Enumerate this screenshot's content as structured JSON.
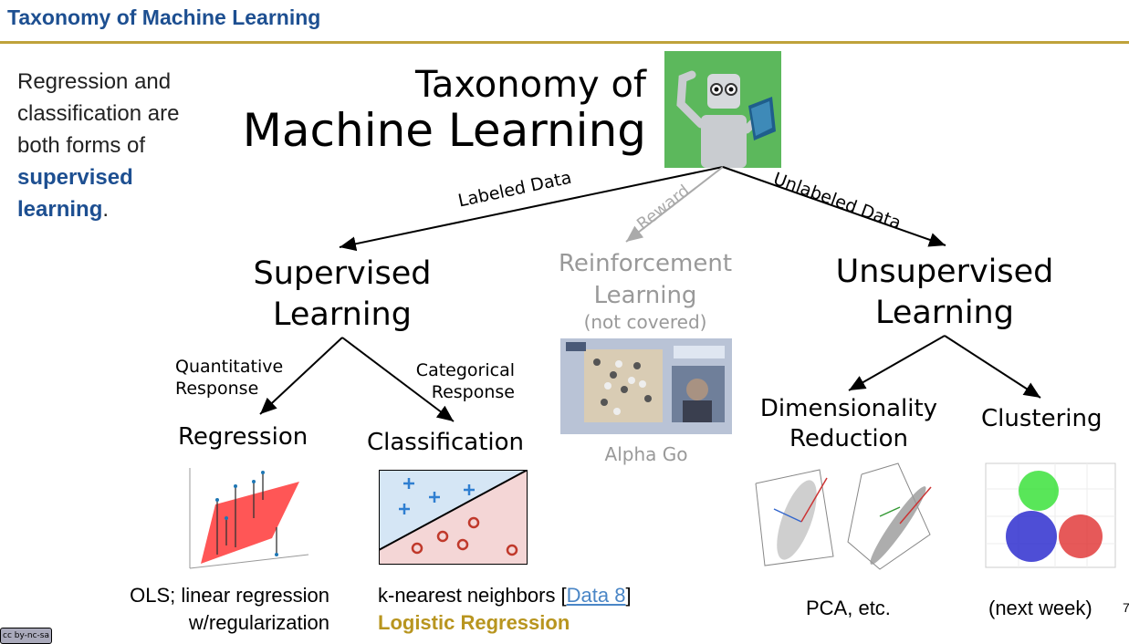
{
  "header": {
    "title": "Taxonomy of Machine Learning"
  },
  "side_note": {
    "text_before": "Regression and classification are both forms of ",
    "highlight": "supervised learning",
    "text_after": "."
  },
  "main_title": {
    "line1": "Taxonomy of",
    "line2": "Machine Learning"
  },
  "edges": {
    "labeled": "Labeled Data",
    "reward": "Reward",
    "unlabeled": "Unlabeled Data",
    "quantitative_1": "Quantitative",
    "quantitative_2": "Response",
    "categorical_1": "Categorical",
    "categorical_2": "Response"
  },
  "nodes": {
    "supervised_1": "Supervised",
    "supervised_2": "Learning",
    "reinforcement_1": "Reinforcement",
    "reinforcement_2": "Learning",
    "reinforcement_3": "(not covered)",
    "unsupervised_1": "Unsupervised",
    "unsupervised_2": "Learning",
    "regression": "Regression",
    "classification": "Classification",
    "dimred_1": "Dimensionality",
    "dimred_2": "Reduction",
    "clustering": "Clustering",
    "alphago": "Alpha Go"
  },
  "captions": {
    "regression_1": "OLS; linear regression",
    "regression_2": "w/regularization",
    "knn": "k-nearest neighbors [",
    "knn_link": "Data 8",
    "knn_end": "]",
    "logistic": "Logistic Regression",
    "pca": "PCA, etc.",
    "next_week": "(next week)"
  },
  "license_badge": "cc by-nc-sa",
  "page_number": "7",
  "colors": {
    "title_blue": "#1d4f91",
    "rule_gold": "#bfa23a",
    "link_blue": "#4a86c6",
    "logistic_gold": "#b8951f",
    "robot_bg": "#5cb85c",
    "class_blue": "#d5e6f5",
    "class_red": "#f4d6d6"
  }
}
